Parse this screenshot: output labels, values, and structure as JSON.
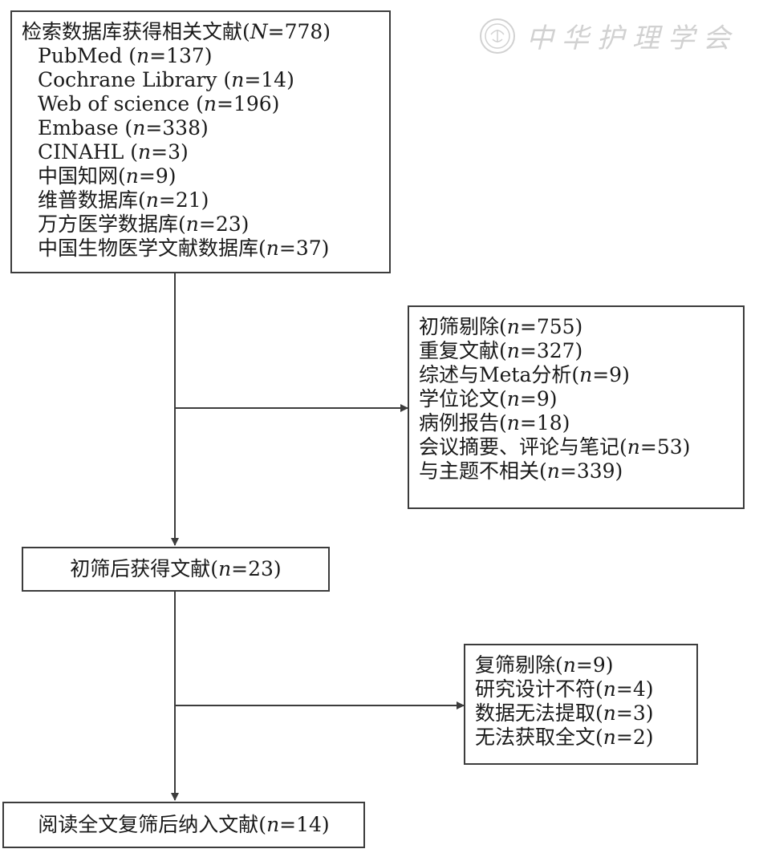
{
  "box_search": {
    "title": {
      "pre": "检索数据库获得相关文献(",
      "var": "N",
      "post": "=778)"
    },
    "items": [
      {
        "pre": "PubMed (",
        "var": "n",
        "post": "=137)"
      },
      {
        "pre": "Cochrane Library (",
        "var": "n",
        "post": "=14)"
      },
      {
        "pre": "Web of science (",
        "var": "n",
        "post": "=196)"
      },
      {
        "pre": "Embase (",
        "var": "n",
        "post": "=338)"
      },
      {
        "pre": "CINAHL (",
        "var": "n",
        "post": "=3)"
      },
      {
        "pre": "中国知网(",
        "var": "n",
        "post": "=9)"
      },
      {
        "pre": "维普数据库(",
        "var": "n",
        "post": "=21)"
      },
      {
        "pre": "万方医学数据库(",
        "var": "n",
        "post": "=23)"
      },
      {
        "pre": "中国生物医学文献数据库(",
        "var": "n",
        "post": "=37)"
      }
    ]
  },
  "box_exclude1": {
    "lines": [
      {
        "pre": "初筛剔除(",
        "var": "n",
        "post": "=755)"
      },
      {
        "pre": "重复文献(",
        "var": "n",
        "post": "=327)"
      },
      {
        "pre": "综述与Meta分析(",
        "var": "n",
        "post": "=9)"
      },
      {
        "pre": "学位论文(",
        "var": "n",
        "post": "=9)"
      },
      {
        "pre": "病例报告(",
        "var": "n",
        "post": "=18)"
      },
      {
        "pre": "会议摘要、评论与笔记(",
        "var": "n",
        "post": "=53)"
      },
      {
        "pre": "与主题不相关(",
        "var": "n",
        "post": "=339)"
      }
    ]
  },
  "box_after_screen": {
    "line": {
      "pre": "初筛后获得文献(",
      "var": "n",
      "post": "=23)"
    }
  },
  "box_exclude2": {
    "lines": [
      {
        "pre": "复筛剔除(",
        "var": "n",
        "post": "=9)"
      },
      {
        "pre": "研究设计不符(",
        "var": "n",
        "post": "=4)"
      },
      {
        "pre": "数据无法提取(",
        "var": "n",
        "post": "=3)"
      },
      {
        "pre": "无法获取全文(",
        "var": "n",
        "post": "=2)"
      }
    ]
  },
  "box_included": {
    "line": {
      "pre": "阅读全文复筛后纳入文献(",
      "var": "n",
      "post": "=14)"
    }
  },
  "watermark": {
    "text": "中华护理学会",
    "icon": "seal-icon"
  },
  "colors": {
    "line": "#3c3c3c",
    "text": "#1a1a1a"
  }
}
